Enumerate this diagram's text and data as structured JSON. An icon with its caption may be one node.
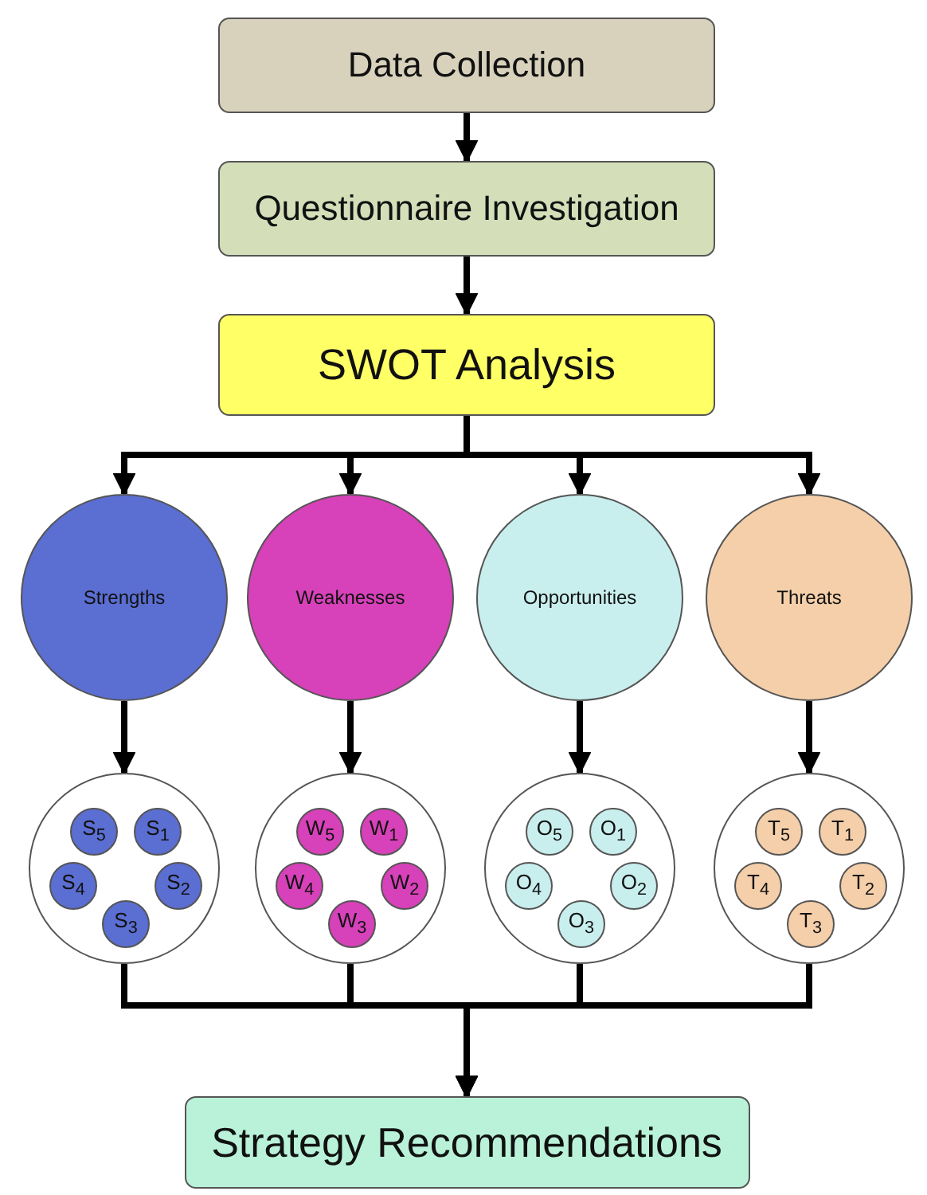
{
  "diagram": {
    "nodes": [
      {
        "text": [
          "Data Collection"
        ]
      },
      {
        "text": [
          "Questionnaire Investigation"
        ]
      },
      {
        "text": [
          "SWOT Analysis"
        ]
      },
      {
        "text": [
          "Strengths"
        ]
      },
      {
        "text": [
          "Weaknesses"
        ]
      },
      {
        "text": [
          "Opportunities"
        ]
      },
      {
        "text": [
          "Threats"
        ]
      },
      {
        "text": [],
        "shape": "circle"
      },
      {
        "text": [
          "S$_{5}$"
        ],
        "in": 7
      },
      {
        "text": [
          "S$_{1}$"
        ],
        "in": 7
      },
      {
        "text": [
          "S$_{4}$"
        ],
        "in": 7
      },
      {
        "text": [
          "S$_{2}$"
        ],
        "in": 7
      },
      {
        "text": [
          "S$_{3}$"
        ],
        "in": 7
      },
      {
        "text": [],
        "shape": "circle"
      },
      {
        "text": [
          "W$_{5}$"
        ],
        "in": 13
      },
      {
        "text": [
          "W$_{1}$"
        ],
        "in": 13
      },
      {
        "text": [
          "W$_{4}$"
        ],
        "in": 13
      },
      {
        "text": [
          "W$_{2}$"
        ],
        "in": 13
      },
      {
        "text": [
          "W$_{3}$"
        ],
        "in": 13
      },
      {
        "text": [],
        "shape": "circle"
      },
      {
        "text": [
          "O$_{5}$"
        ],
        "in": 19
      },
      {
        "text": [
          "O$_{1}$"
        ],
        "in": 19
      },
      {
        "text": [
          "O$_{4}$"
        ],
        "in": 19
      },
      {
        "text": [
          "O$_{2}$"
        ],
        "in": 19
      },
      {
        "text": [
          "O$_{3}$"
        ],
        "in": 19
      },
      {
        "text": [],
        "shape": "circle"
      },
      {
        "text": [
          "T$_{5}$"
        ],
        "in": 25
      },
      {
        "text": [
          "T$_{1}$"
        ],
        "in": 25
      },
      {
        "text": [
          "T$_{4}$"
        ],
        "in": 25
      },
      {
        "text": [
          "T$_{2}$"
        ],
        "in": 25
      },
      {
        "text": [
          "T$_{3}$"
        ],
        "in": 25
      },
      {
        "text": [
          "Strategy Recommendations"
        ]
      }
    ],
    "edges": [
      {
        "from": 0,
        "to": 1,
        "arrow": "to"
      },
      {
        "from": 1,
        "to": 2,
        "arrow": "to"
      },
      {
        "from": 2,
        "to": 3,
        "arrow": "to"
      },
      {
        "from": 2,
        "to": 4,
        "arrow": "to"
      },
      {
        "from": 2,
        "to": 5,
        "arrow": "to"
      },
      {
        "from": 2,
        "to": 6,
        "arrow": "to"
      },
      {
        "from": 3,
        "to": 7,
        "arrow": "to"
      },
      {
        "from": 4,
        "to": 13,
        "arrow": "to"
      },
      {
        "from": 5,
        "to": 19,
        "arrow": "to"
      },
      {
        "from": 6,
        "to": 25,
        "arrow": "to"
      },
      {
        "from": 7,
        "to": 31,
        "arrow": "to"
      },
      {
        "from": 13,
        "to": 31,
        "arrow": "to"
      },
      {
        "from": 19,
        "to": 31,
        "arrow": "to"
      },
      {
        "from": 25,
        "to": 31,
        "arrow": "to"
      }
    ]
  }
}
